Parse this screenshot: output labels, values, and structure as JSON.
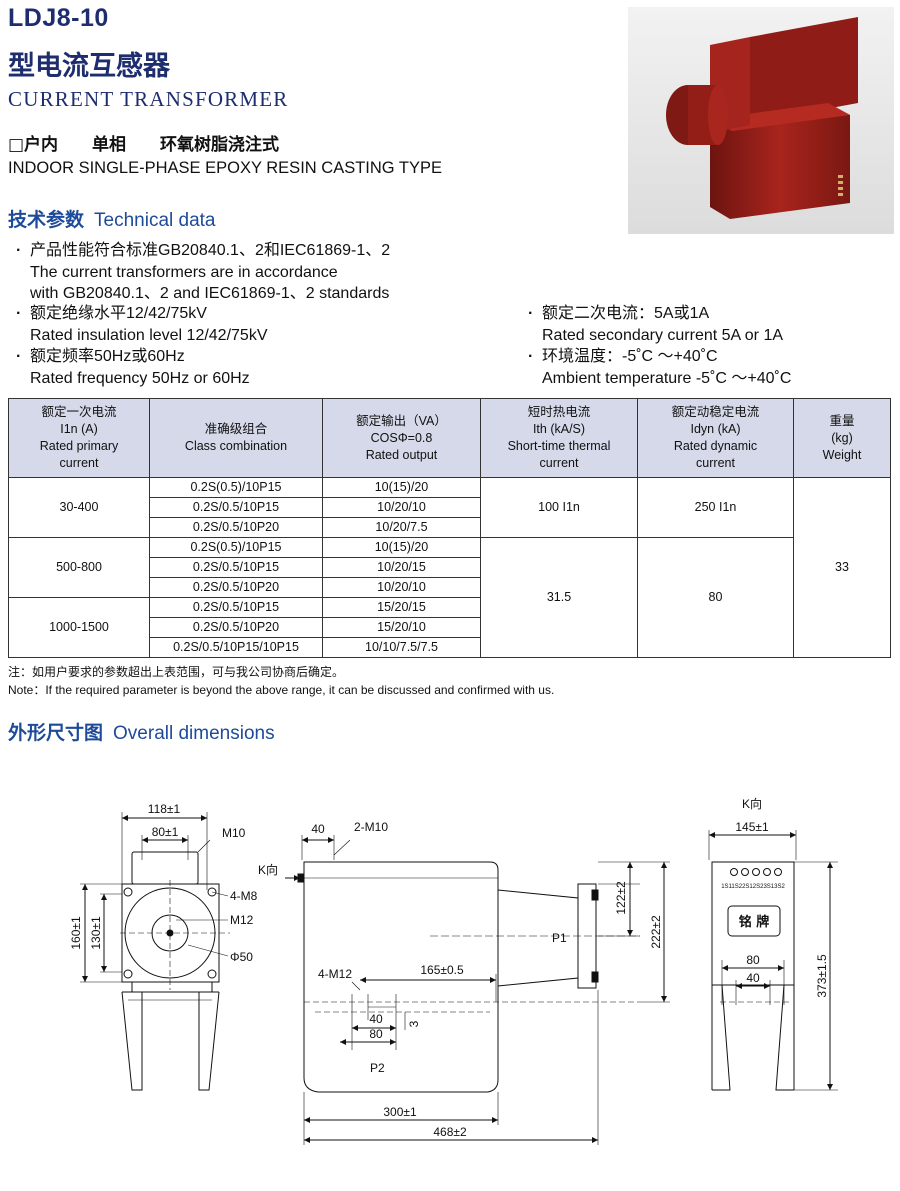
{
  "header": {
    "model": "LDJ8-10",
    "title_zh": "型电流互感器",
    "title_en": "CURRENT TRANSFORMER",
    "type_zh": "□户内　　单相　　环氧树脂浇注式",
    "type_en": "INDOOR SINGLE-PHASE EPOXY RESIN CASTING TYPE"
  },
  "technical": {
    "heading_zh": "技术参数",
    "heading_en": "Technical data",
    "left": [
      {
        "zh": "产品性能符合标准GB20840.1、2和IEC61869-1、2",
        "en1": "The current transformers are in accordance",
        "en2": "with GB20840.1、2 and IEC61869-1、2 standards"
      },
      {
        "zh": "额定绝缘水平12/42/75kV",
        "en1": "Rated insulation level 12/42/75kV"
      },
      {
        "zh": "额定频率50Hz或60Hz",
        "en1": "Rated frequency 50Hz or 60Hz"
      }
    ],
    "right": [
      {
        "zh": "额定二次电流：5A或1A",
        "en1": "Rated secondary current 5A or 1A"
      },
      {
        "zh": "环境温度：-5˚C ～+40˚C",
        "en1": "Ambient temperature -5˚C ～+40˚C"
      }
    ]
  },
  "table": {
    "headers": [
      {
        "l1": "额定一次电流",
        "l2": "I1n (A)",
        "l3": "Rated primary",
        "l4": "current"
      },
      {
        "l1": "准确级组合",
        "l2": "Class combination",
        "l3": "",
        "l4": ""
      },
      {
        "l1": "额定输出（VA）",
        "l2": "COSΦ=0.8",
        "l3": "Rated output",
        "l4": ""
      },
      {
        "l1": "短时热电流",
        "l2": "Ith (kA/S)",
        "l3": "Short-time thermal",
        "l4": "current"
      },
      {
        "l1": "额定动稳定电流",
        "l2": "Idyn (kA)",
        "l3": "Rated dynamic",
        "l4": "current"
      },
      {
        "l1": "重量",
        "l2": "(kg)",
        "l3": "Weight",
        "l4": ""
      }
    ],
    "groups": [
      {
        "primary": "30-400",
        "ith": "100 I1n",
        "idyn": "250 I1n"
      },
      {
        "primary": "500-800"
      },
      {
        "primary": "1000-1500"
      }
    ],
    "rows": [
      {
        "cls": "0.2S(0.5)/10P15",
        "out": "10(15)/20"
      },
      {
        "cls": "0.2S/0.5/10P15",
        "out": "10/20/10"
      },
      {
        "cls": "0.2S/0.5/10P20",
        "out": "10/20/7.5"
      },
      {
        "cls": "0.2S(0.5)/10P15",
        "out": "10(15)/20"
      },
      {
        "cls": "0.2S/0.5/10P15",
        "out": "10/20/15"
      },
      {
        "cls": "0.2S/0.5/10P20",
        "out": "10/20/10"
      },
      {
        "cls": "0.2S/0.5/10P15",
        "out": "15/20/15"
      },
      {
        "cls": "0.2S/0.5/10P20",
        "out": "15/20/10"
      },
      {
        "cls": "0.2S/0.5/10P15/10P15",
        "out": "10/10/7.5/7.5"
      }
    ],
    "ith_500_1500": "31.5",
    "idyn_500_1500": "80",
    "weight": "33"
  },
  "notes": {
    "zh": "注：如用户要求的参数超出上表范围，可与我公司协商后确定。",
    "en": "Note：If the required parameter is beyond the above range, it can be discussed and confirmed with us."
  },
  "dimensions": {
    "heading_zh": "外形尺寸图",
    "heading_en": "Overall dimensions",
    "labels": {
      "w118": "118±1",
      "w80": "80±1",
      "m10": "M10",
      "m8": "4-M8",
      "m12": "M12",
      "phi50": "Φ50",
      "h160": "160±1",
      "h130": "130±1",
      "d40": "40",
      "m10b": "2-M10",
      "kdir": "K向",
      "m12b": "4-M12",
      "d165": "165±0.5",
      "p1": "P1",
      "p2": "P2",
      "d40b": "40",
      "d80b": "80",
      "d3": "3",
      "d300": "300±1",
      "d468": "468±2",
      "d122": "122±2",
      "d222": "222±2",
      "kview": "K向",
      "w145": "145±1",
      "nameplate": "铭 牌",
      "terminals": "1S11S22S12S23S13S2",
      "r80": "80",
      "r40": "40",
      "h373": "373±1.5"
    }
  },
  "colors": {
    "accent": "#1e2d6e",
    "section": "#1e4a9a",
    "table_header": "#d5d9e9",
    "product": "#9b1f1a"
  }
}
